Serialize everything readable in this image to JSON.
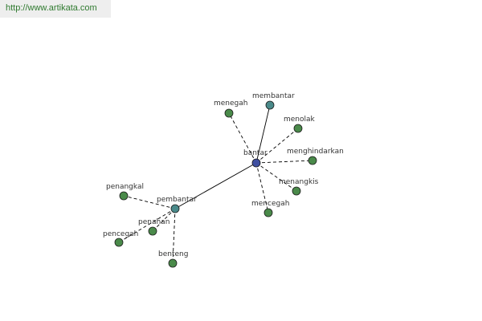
{
  "banner": {
    "url": "http://www.artikata.com"
  },
  "graph": {
    "colors": {
      "root": "#3f4fa0",
      "hub": "#4a8a8a",
      "leaf": "#4a8a4a",
      "edge": "#000000",
      "node_stroke": "#1c1c1c"
    },
    "nodes": [
      {
        "id": "bantar",
        "label": "bantar",
        "kind": "root"
      },
      {
        "id": "membantar",
        "label": "membantar",
        "kind": "hub"
      },
      {
        "id": "pembantar",
        "label": "pembantar",
        "kind": "hub"
      },
      {
        "id": "menegah",
        "label": "menegah",
        "kind": "leaf"
      },
      {
        "id": "menolak",
        "label": "menolak",
        "kind": "leaf"
      },
      {
        "id": "menghindarkan",
        "label": "menghindarkan",
        "kind": "leaf"
      },
      {
        "id": "menangkis",
        "label": "menangkis",
        "kind": "leaf"
      },
      {
        "id": "mencegah",
        "label": "mencegah",
        "kind": "leaf"
      },
      {
        "id": "penangkal",
        "label": "penangkal",
        "kind": "leaf"
      },
      {
        "id": "penahan",
        "label": "penahan",
        "kind": "leaf"
      },
      {
        "id": "pencegah",
        "label": "pencegah",
        "kind": "leaf"
      },
      {
        "id": "benteng",
        "label": "benteng",
        "kind": "leaf"
      }
    ],
    "edges": [
      {
        "from": "bantar",
        "to": "membantar",
        "style": "solid"
      },
      {
        "from": "bantar",
        "to": "pembantar",
        "style": "solid"
      },
      {
        "from": "bantar",
        "to": "menegah",
        "style": "dashed"
      },
      {
        "from": "bantar",
        "to": "menolak",
        "style": "dashed"
      },
      {
        "from": "bantar",
        "to": "menghindarkan",
        "style": "dashed"
      },
      {
        "from": "bantar",
        "to": "menangkis",
        "style": "dashed"
      },
      {
        "from": "bantar",
        "to": "mencegah",
        "style": "dashed"
      },
      {
        "from": "pembantar",
        "to": "penangkal",
        "style": "dashed"
      },
      {
        "from": "pembantar",
        "to": "penahan",
        "style": "dashed"
      },
      {
        "from": "pembantar",
        "to": "pencegah",
        "style": "dashed"
      },
      {
        "from": "pembantar",
        "to": "benteng",
        "style": "dashed"
      }
    ]
  }
}
